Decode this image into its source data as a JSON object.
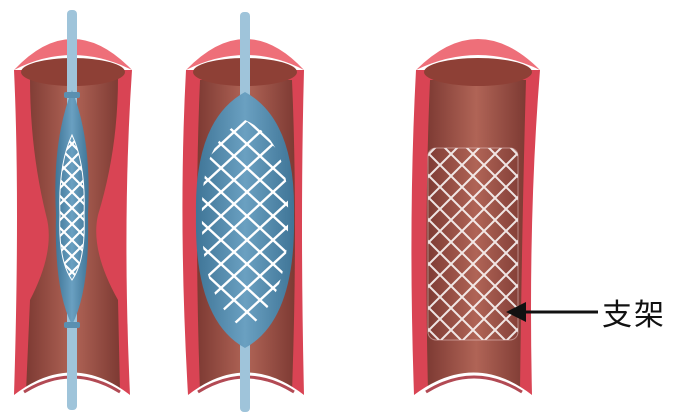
{
  "annotation": {
    "label": "支架"
  },
  "panels": [
    {
      "stage": "catheter-with-collapsed-stent-and-balloon"
    },
    {
      "stage": "inflated-balloon-expanding-stent"
    },
    {
      "stage": "deployed-stent"
    }
  ],
  "colors": {
    "vessel_outer": "#d94454",
    "vessel_rim": "#ee6f79",
    "vessel_inner": "#a9564b",
    "vessel_inner_dark": "#7d3a33",
    "balloon": "#4f89ab",
    "catheter": "#9fc4da",
    "stent_mesh": "#ffffff"
  }
}
